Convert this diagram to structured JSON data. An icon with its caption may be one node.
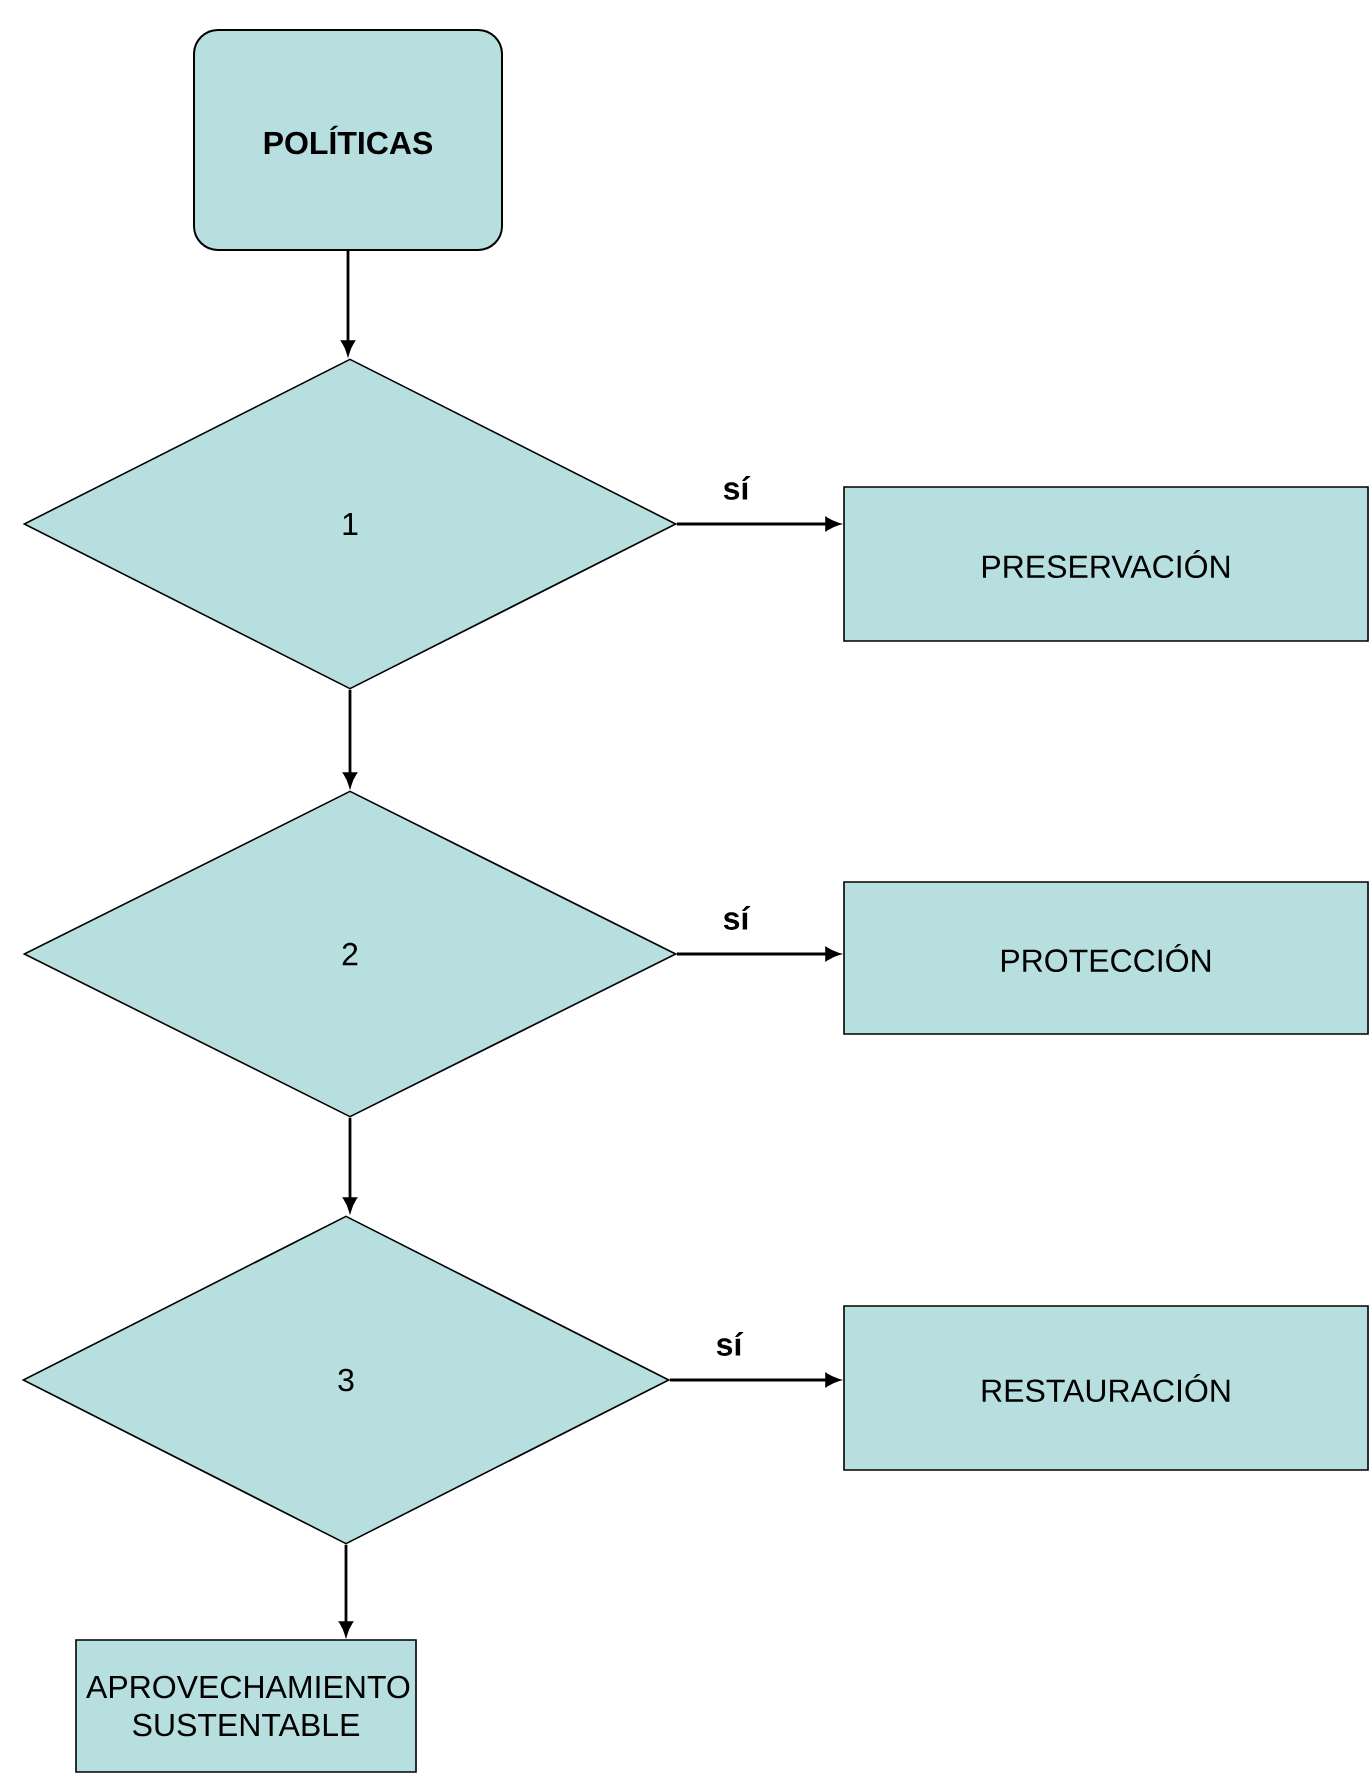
{
  "diagram": {
    "nodes": [
      {
        "text": [
          "POLÍTICAS"
        ]
      },
      {
        "text": [
          "1"
        ]
      },
      {
        "text": [
          "PRESERVACIÓN"
        ]
      },
      {
        "text": [
          "2"
        ]
      },
      {
        "text": [
          "PROTECCIÓN"
        ]
      },
      {
        "text": [
          "3"
        ]
      },
      {
        "text": [
          "RESTAURACIÓN"
        ]
      },
      {
        "text": [
          "APROVECHAMIENTO SUSTENTABLE"
        ]
      }
    ],
    "edges": [
      {
        "from": 0,
        "to": 1,
        "arrow": "to"
      },
      {
        "from": 1,
        "to": 2,
        "arrow": "to",
        "label": "sí"
      },
      {
        "from": 1,
        "to": 3,
        "arrow": "to"
      },
      {
        "from": 3,
        "to": 4,
        "arrow": "to",
        "label": "sí"
      },
      {
        "from": 3,
        "to": 5,
        "arrow": "to"
      },
      {
        "from": 5,
        "to": 6,
        "arrow": "to",
        "label": "sí"
      },
      {
        "from": 5,
        "to": 7,
        "arrow": "to"
      }
    ]
  }
}
